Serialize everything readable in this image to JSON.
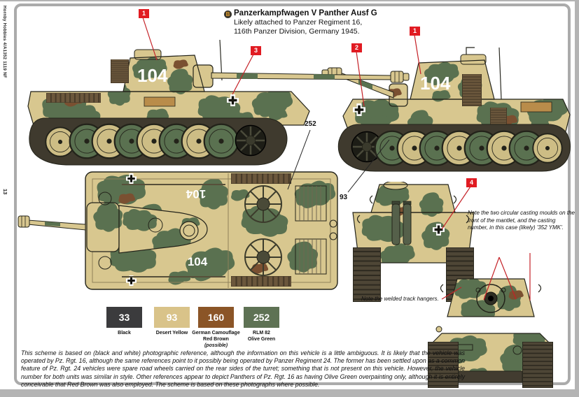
{
  "edge": {
    "imprint": "Hornby Hobbies 4/A1352 1119 NF",
    "page_number": "13"
  },
  "header": {
    "scheme_letter": "B",
    "title": "Panzerkampfwagen V Panther Ausf G",
    "subtitle1": "Likely attached to Panzer Regiment 16,",
    "subtitle2": "116th Panzer Division, Germany 1945."
  },
  "vehicle": {
    "turret_number": "104"
  },
  "callouts": {
    "c1_left": "1",
    "c3": "3",
    "c2": "2",
    "c1_right": "1",
    "c4": "4"
  },
  "paint_refs": {
    "olive_green": "252",
    "desert_yellow": "93"
  },
  "notes": {
    "casting": "Note the two circular casting moulds on the front of the mantlet, and the casting number, in this case (likely) '352 YMK'.",
    "hangers": "Note the welded track hangers."
  },
  "swatches": [
    {
      "number": "33",
      "name_lines": [
        "Black"
      ],
      "hex": "#3b3b3d"
    },
    {
      "number": "93",
      "name_lines": [
        "Desert Yellow"
      ],
      "hex": "#d9c389"
    },
    {
      "number": "160",
      "name_lines": [
        "German Camouflage",
        "Red Brown",
        "(possible)"
      ],
      "hex": "#8b5527"
    },
    {
      "number": "252",
      "name_lines": [
        "RLM 82",
        "Olive Green"
      ],
      "hex": "#5e7254"
    }
  ],
  "footer": {
    "text": "This scheme is based on (black and white) photographic reference, although the information on this vehicle is a little ambiguous. It is likely that the vehicle was operated by Pz. Rgt. 16, although the same references point to it possibly being operated by Panzer Regiment 24. The former has been settled upon as a common feature of Pz. Rgt. 24 vehicles were spare road wheels carried on the rear sides of the turret; something that is not present on this vehicle. However, the vehicle number for both units was similar in style. Other references appear to depict Panthers of Pz. Rgt. 16 as having Olive Green overpainting only, although it is entirely conceivable that Red Brown was also employed. The scheme is based on these photographs where possible."
  },
  "colors": {
    "accent_red": "#e11b22",
    "camo_tan": "#d8c78f",
    "camo_green": "#5a7150",
    "camo_brown": "#7a5031",
    "frame_gray": "#ababab"
  }
}
